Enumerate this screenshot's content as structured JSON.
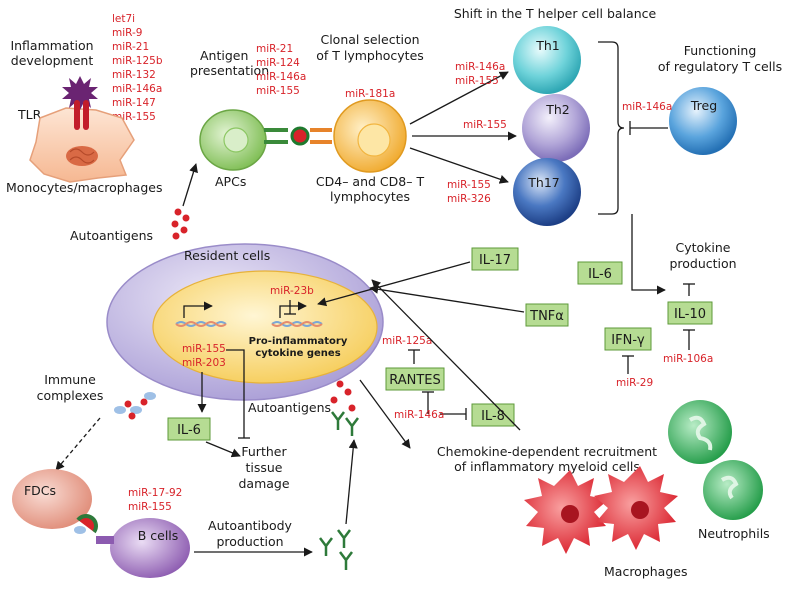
{
  "labels": {
    "inflammation": [
      "Inflammation",
      "development"
    ],
    "tlr": "TLR",
    "monocytes": "Monocytes/macrophages",
    "antigen": [
      "Antigen",
      "presentation"
    ],
    "apcs": "APCs",
    "autoantigens_top": "Autoantigens",
    "clonal": [
      "Clonal selection",
      "of T lymphocytes"
    ],
    "cd4": [
      "CD4– and CD8– T",
      "lymphocytes"
    ],
    "shift": "Shift in the T helper cell balance",
    "th1": "Th1",
    "th2": "Th2",
    "th17": "Th17",
    "treg": "Treg",
    "functioning": [
      "Functioning",
      "of regulatory T cells"
    ],
    "cytokine_prod": [
      "Cytokine",
      "production"
    ],
    "resident": "Resident cells",
    "proinfl": [
      "Pro-inflammatory",
      "cytokine genes"
    ],
    "autoantigens_mid": "Autoantigens",
    "immune": [
      "Immune",
      "complexes"
    ],
    "further": [
      "Further",
      "tissue",
      "damage"
    ],
    "fdcs": "FDCs",
    "bcells": "B cells",
    "autoantibody": [
      "Autoantibody",
      "production"
    ],
    "chemokine": [
      "Chemokine-dependent recruitment",
      "of inflammatory myeloid cells"
    ],
    "neutrophils": "Neutrophils",
    "macrophages": "Macrophages"
  },
  "cytokines": {
    "il17": "IL-17",
    "tnfa": "TNFα",
    "il6_right": "IL-6",
    "il10": "IL-10",
    "ifng": "IFN-γ",
    "rantes": "RANTES",
    "il8": "IL-8",
    "il6_left": "IL-6"
  },
  "mirnas": {
    "tlr_list": [
      "let7i",
      "miR-9",
      "miR-21",
      "miR-125b",
      "miR-132",
      "miR-146a",
      "miR-147",
      "miR-155"
    ],
    "apc_list": [
      "miR-21",
      "miR-124",
      "miR-146a",
      "miR-155"
    ],
    "clonal": "miR-181a",
    "th1": [
      "miR-146a",
      "miR-155"
    ],
    "th2": "miR-155",
    "th17": [
      "miR-155",
      "miR-326"
    ],
    "treg": "miR-146a",
    "resident": "miR-23b",
    "genes": [
      "miR-155",
      "miR-203"
    ],
    "rantes_top": "miR-125a",
    "rantes_il8": "miR-146a",
    "il10": "miR-106a",
    "ifng": "miR-29",
    "bcells": [
      "miR-17-92",
      "miR-155"
    ]
  },
  "colors": {
    "mirna": "#d8232a",
    "cytokine_box": "#b6dc93",
    "th1": "#5fcfd6",
    "th2": "#a79bd0",
    "th17": "#2d5aa8",
    "treg": "#3d8fd1",
    "apc": "#8cc763",
    "tcell": "#f2b540",
    "resident": "#bcb1e0",
    "nucleus": "#f8d776",
    "fdc": "#e79a88",
    "bcell": "#9b6cbb",
    "neutrophil": "#35b35a",
    "macrophage": "#e8323a"
  }
}
